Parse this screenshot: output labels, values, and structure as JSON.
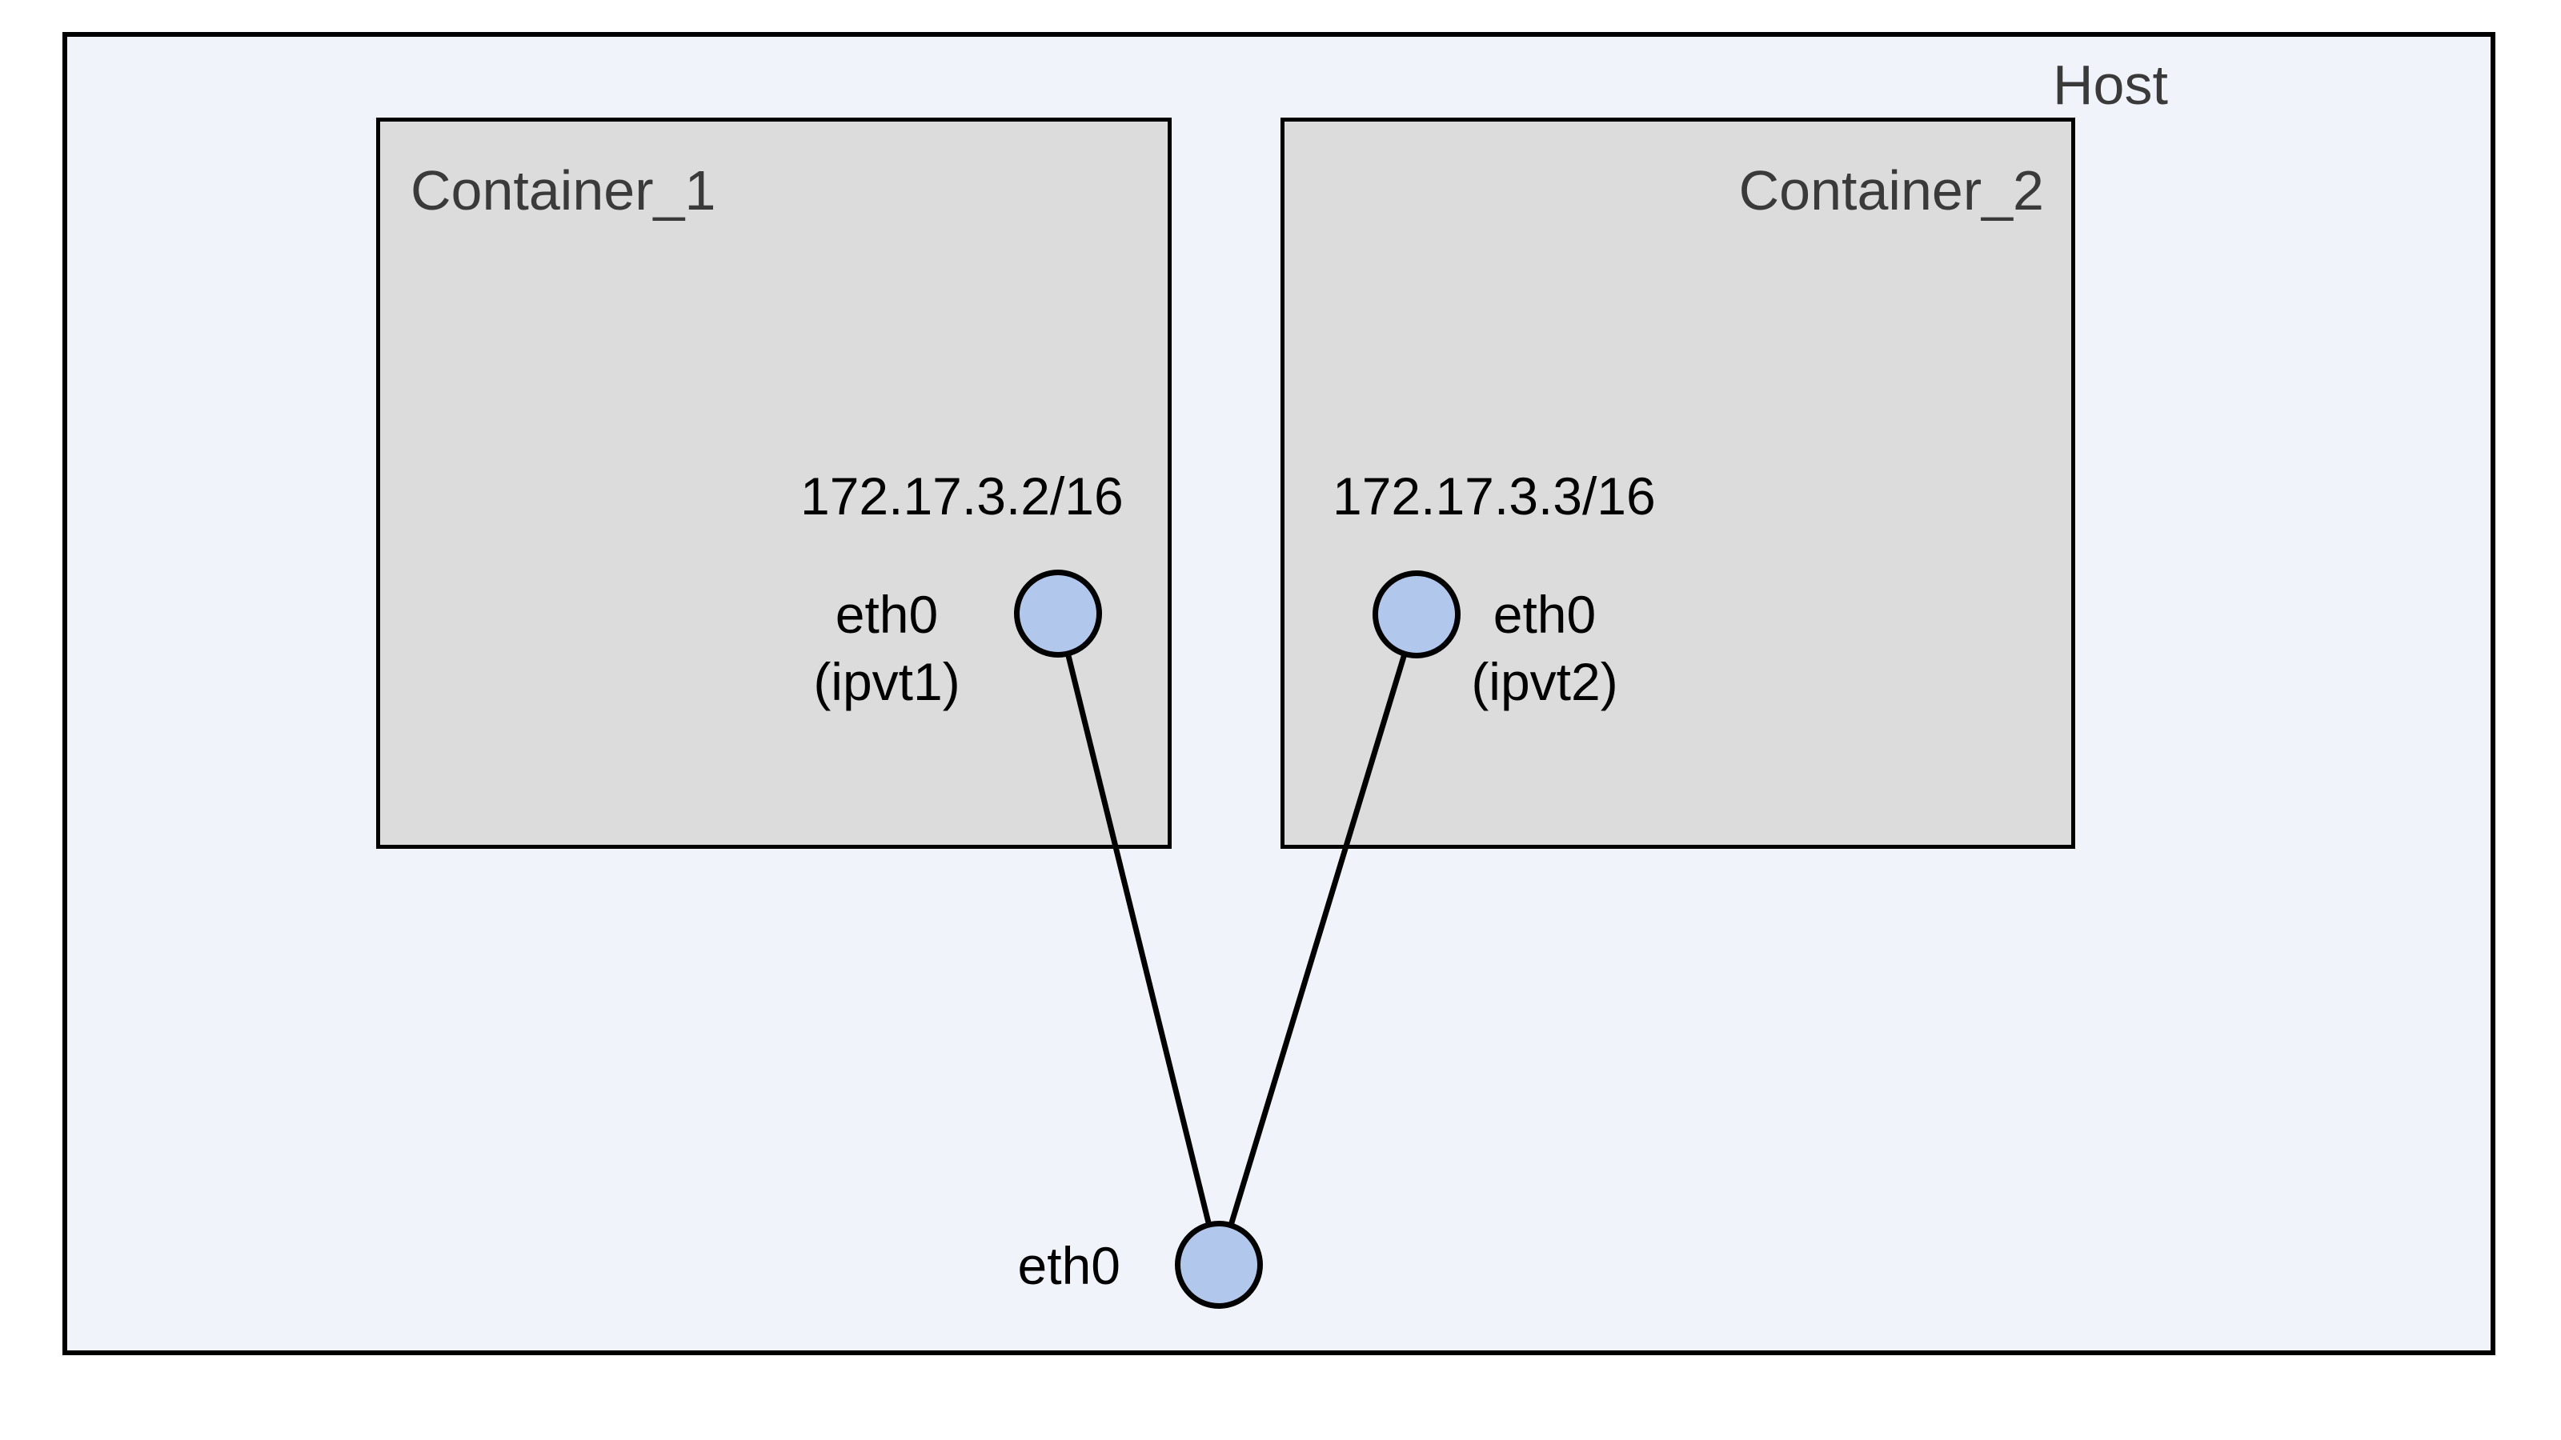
{
  "diagram": {
    "host": {
      "label": "Host",
      "interface": {
        "label": "eth0"
      }
    },
    "containers": [
      {
        "label": "Container_1",
        "ip": "172.17.3.2/16",
        "interface": "eth0",
        "interface_alias": "(ipvt1)"
      },
      {
        "label": "Container_2",
        "ip": "172.17.3.3/16",
        "interface": "eth0",
        "interface_alias": "(ipvt2)"
      }
    ],
    "colors": {
      "host_bg": "#f0f4fa",
      "container_bg": "#dcdcdc",
      "node_fill": "#b1c8ec",
      "line_color": "#000000",
      "title_text": "#3a3a3a",
      "body_text": "#000000"
    }
  }
}
